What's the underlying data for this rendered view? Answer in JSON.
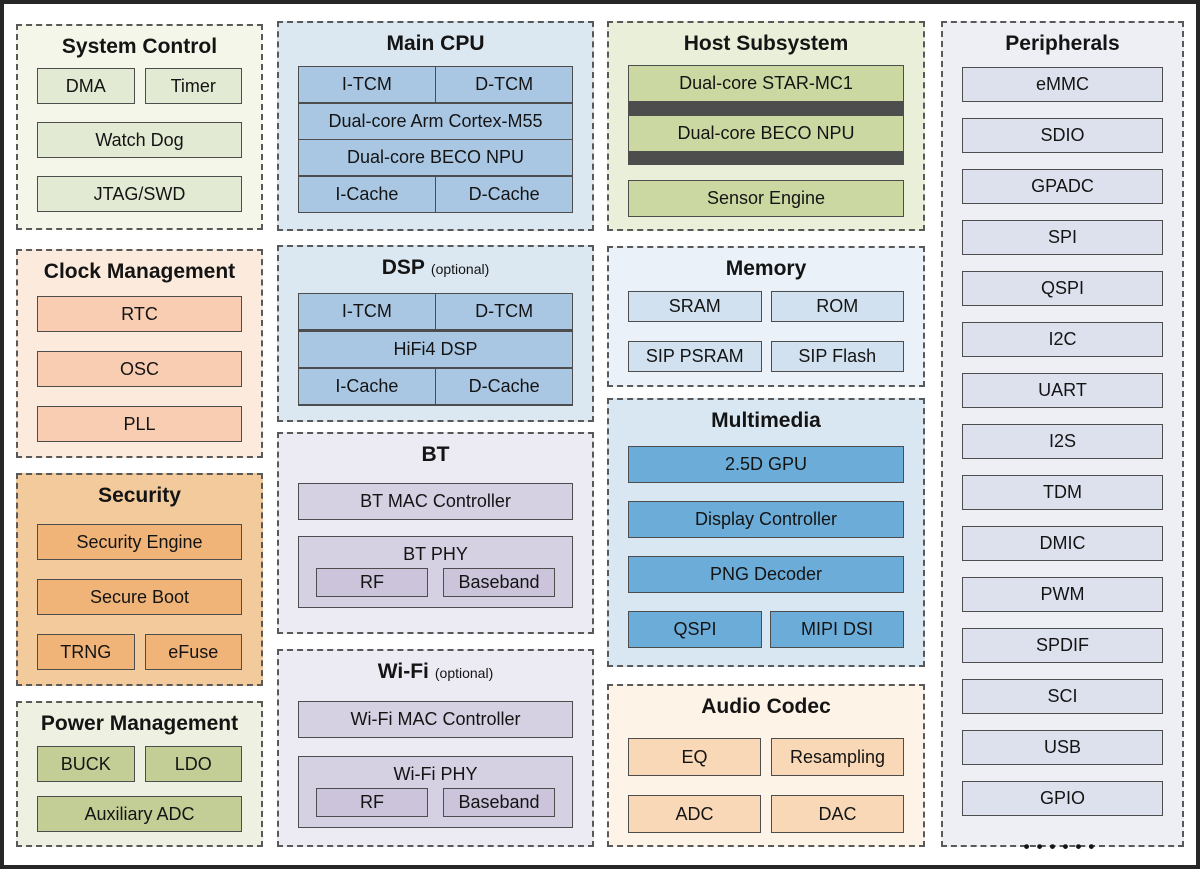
{
  "palette": {
    "canvas_border": "#272727",
    "panel_dashed_border": "#595959",
    "block_border": "#4d4d4d",
    "text": "#141414",
    "system_control": {
      "panel": "#f3f6e8",
      "block": "#e3ead3"
    },
    "clock_management": {
      "panel": "#fcebdd",
      "block": "#f8cdb2"
    },
    "security": {
      "panel": "#f3ca9b",
      "block": "#f0b478"
    },
    "power_management": {
      "panel": "#eef1e1",
      "block": "#c3cd96"
    },
    "main_cpu": {
      "panel": "#dbe7f1",
      "block": "#a9c7e3"
    },
    "dsp": {
      "panel": "#dbe7f1",
      "block": "#a9c7e3"
    },
    "bt": {
      "panel": "#eceaf2",
      "block": "#d5d0e2",
      "subblock": "#cbc4da"
    },
    "wifi": {
      "panel": "#eceaf2",
      "block": "#d5d0e2",
      "subblock": "#cbc4da"
    },
    "host_subsystem": {
      "panel": "#e9efd8",
      "block": "#cbd8a2"
    },
    "memory": {
      "panel": "#ebf1f8",
      "block": "#d2e1ef"
    },
    "multimedia": {
      "panel": "#d9e7f2",
      "block": "#6bacd8"
    },
    "audio_codec": {
      "panel": "#fdf3e7",
      "block": "#f8d8b6"
    },
    "peripherals": {
      "panel": "#edeff4",
      "block": "#dce1ed"
    }
  },
  "panels": {
    "system_control": {
      "title": "System Control",
      "items": {
        "dma": "DMA",
        "timer": "Timer",
        "watch_dog": "Watch Dog",
        "jtag_swd": "JTAG/SWD"
      }
    },
    "clock_management": {
      "title": "Clock Management",
      "items": {
        "rtc": "RTC",
        "osc": "OSC",
        "pll": "PLL"
      }
    },
    "security": {
      "title": "Security",
      "items": {
        "security_engine": "Security Engine",
        "secure_boot": "Secure Boot",
        "trng": "TRNG",
        "efuse": "eFuse"
      }
    },
    "power_management": {
      "title": "Power Management",
      "items": {
        "buck": "BUCK",
        "ldo": "LDO",
        "auxiliary_adc": "Auxiliary ADC"
      }
    },
    "main_cpu": {
      "title": "Main CPU",
      "items": {
        "itcm": "I-TCM",
        "dtcm": "D-TCM",
        "cortex_m55": "Dual-core Arm Cortex-M55",
        "beco_npu": "Dual-core BECO NPU",
        "icache": "I-Cache",
        "dcache": "D-Cache"
      }
    },
    "dsp": {
      "title": "DSP",
      "title_suffix": "(optional)",
      "items": {
        "itcm": "I-TCM",
        "dtcm": "D-TCM",
        "hifi4_dsp": "HiFi4 DSP",
        "icache": "I-Cache",
        "dcache": "D-Cache"
      }
    },
    "bt": {
      "title": "BT",
      "items": {
        "mac": "BT MAC Controller",
        "phy": "BT PHY",
        "rf": "RF",
        "baseband": "Baseband"
      }
    },
    "wifi": {
      "title": "Wi-Fi",
      "title_suffix": "(optional)",
      "items": {
        "mac": "Wi-Fi MAC Controller",
        "phy": "Wi-Fi PHY",
        "rf": "RF",
        "baseband": "Baseband"
      }
    },
    "host_subsystem": {
      "title": "Host Subsystem",
      "items": {
        "star_mc1": "Dual-core STAR-MC1",
        "beco_npu": "Dual-core BECO NPU",
        "sensor_engine": "Sensor Engine"
      }
    },
    "memory": {
      "title": "Memory",
      "items": {
        "sram": "SRAM",
        "rom": "ROM",
        "sip_psram": "SIP PSRAM",
        "sip_flash": "SIP Flash"
      }
    },
    "multimedia": {
      "title": "Multimedia",
      "items": {
        "gpu": "2.5D GPU",
        "display_controller": "Display Controller",
        "png_decoder": "PNG Decoder",
        "qspi": "QSPI",
        "mipi_dsi": "MIPI DSI"
      }
    },
    "audio_codec": {
      "title": "Audio Codec",
      "items": {
        "eq": "EQ",
        "resampling": "Resampling",
        "adc": "ADC",
        "dac": "DAC"
      }
    },
    "peripherals": {
      "title": "Peripherals",
      "items": [
        "eMMC",
        "SDIO",
        "GPADC",
        "SPI",
        "QSPI",
        "I2C",
        "UART",
        "I2S",
        "TDM",
        "DMIC",
        "PWM",
        "SPDIF",
        "SCI",
        "USB",
        "GPIO"
      ],
      "more": "••••••"
    }
  }
}
